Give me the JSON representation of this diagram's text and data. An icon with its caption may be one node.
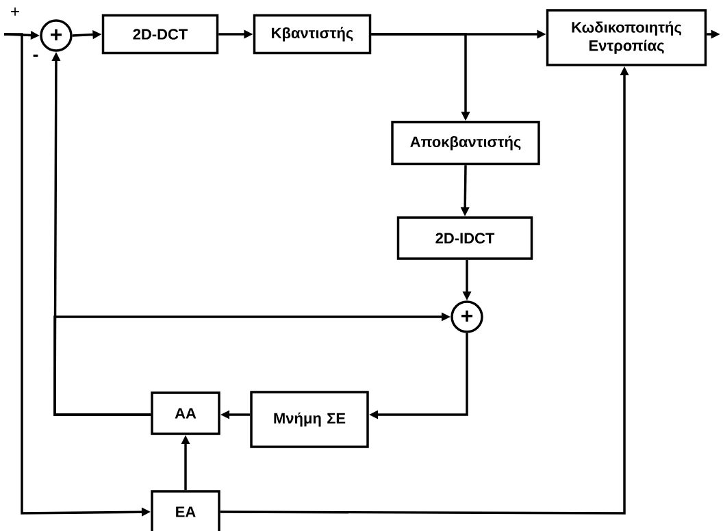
{
  "diagram": {
    "nodes": [
      {
        "text": [
          "+"
        ]
      },
      {
        "text": [
          "2D-DCT"
        ]
      },
      {
        "text": [
          "Κβαντιστής"
        ]
      },
      {
        "text": [
          "Κωδικοποιητής Εντροπίας"
        ]
      },
      {
        "text": [
          "Αποκβαντιστής"
        ]
      },
      {
        "text": [
          "2D-IDCT"
        ]
      },
      {
        "text": [
          "+"
        ]
      },
      {
        "text": [
          "Μνήμη ΣΕ"
        ]
      },
      {
        "text": [
          "ΑΑ"
        ]
      },
      {
        "text": [
          "ΕΑ"
        ]
      }
    ],
    "edges": [
      {
        "from": null,
        "to": 0,
        "arrow": "to"
      },
      {
        "from": null,
        "to": 9,
        "arrow": "to"
      },
      {
        "from": 0,
        "to": 1,
        "arrow": "to"
      },
      {
        "from": 1,
        "to": 2,
        "arrow": "to"
      },
      {
        "from": 2,
        "to": 3,
        "arrow": "to"
      },
      {
        "from": 2,
        "to": 4,
        "arrow": "to"
      },
      {
        "from": 4,
        "to": 5,
        "arrow": "to"
      },
      {
        "from": 5,
        "to": 6,
        "arrow": "to"
      },
      {
        "from": 6,
        "to": 7,
        "arrow": "to"
      },
      {
        "from": 7,
        "to": 8,
        "arrow": "to"
      },
      {
        "from": 8,
        "to": 0,
        "arrow": "to"
      },
      {
        "from": 8,
        "to": 6,
        "arrow": "to"
      },
      {
        "from": 9,
        "to": 8,
        "arrow": "to"
      },
      {
        "from": 9,
        "to": 3,
        "arrow": "to"
      },
      {
        "from": 3,
        "to": null,
        "arrow": "to"
      }
    ],
    "labels": [
      "+",
      "-"
    ]
  }
}
